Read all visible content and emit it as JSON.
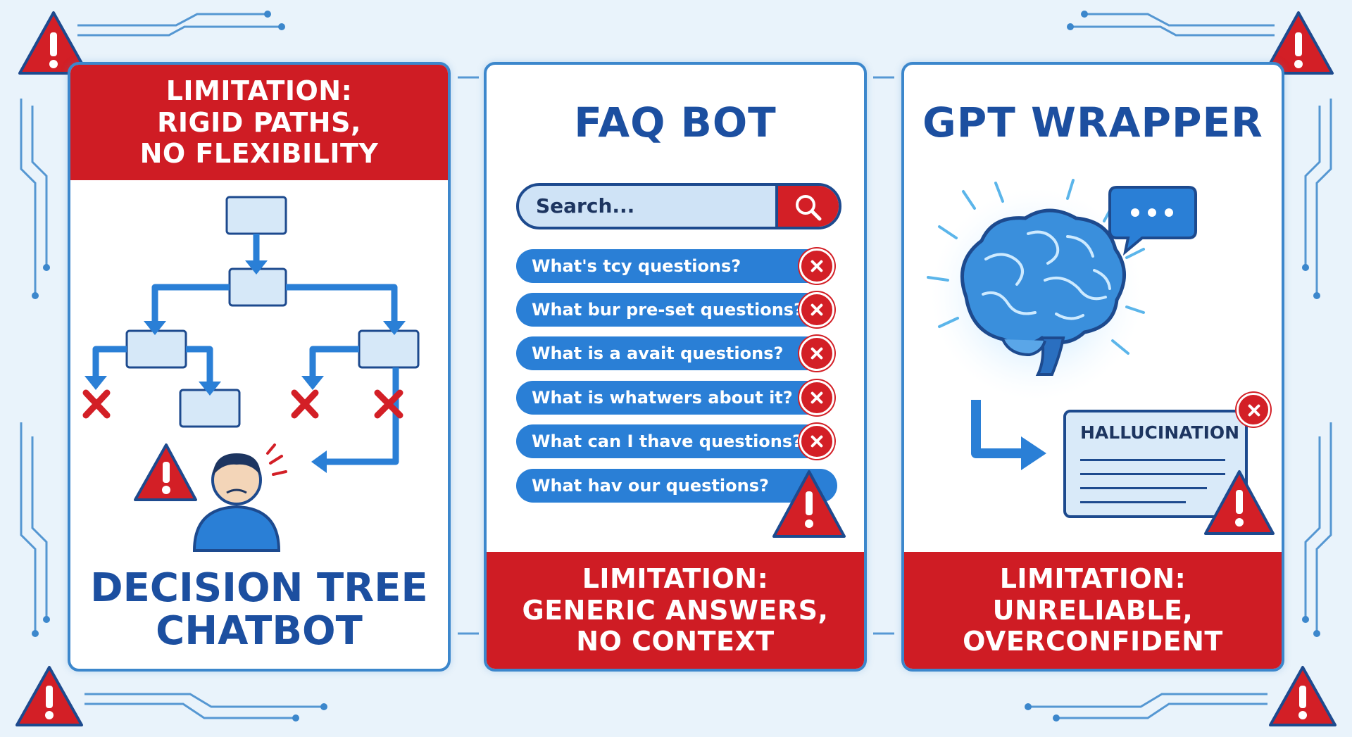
{
  "colors": {
    "accent_red": "#cf1c24",
    "title_blue": "#1c4fa0",
    "panel_border": "#3c87cc",
    "background": "#e9f3fb"
  },
  "panels": {
    "decision_tree": {
      "limitation_lines": [
        "LIMITATION:",
        "RIGID PATHS,",
        "NO FLEXIBILITY"
      ],
      "title_lines": [
        "DECISION TREE",
        "CHATBOT"
      ],
      "icon_names": [
        "flowchart-icon",
        "error-x-icon",
        "warning-icon",
        "frustrated-user-icon"
      ]
    },
    "faq_bot": {
      "title": "FAQ BOT",
      "search_placeholder": "Search...",
      "questions": [
        "What's tcy questions?",
        "What bur pre-set questions?",
        "What is a avait questions?",
        "What is whatwers about it?",
        "What can I thave questions?",
        "What hav our questions?"
      ],
      "limitation_lines": [
        "LIMITATION:",
        "GENERIC ANSWERS,",
        "NO CONTEXT"
      ],
      "icon_names": [
        "search-icon",
        "close-icon",
        "warning-icon"
      ]
    },
    "gpt_wrapper": {
      "title": "GPT WRAPPER",
      "hallucination_label": "HALLUCINATION",
      "limitation_lines": [
        "LIMITATION:",
        "UNRELIABLE,",
        "OVERCONFIDENT"
      ],
      "icon_names": [
        "brain-icon",
        "chat-bubble-icon",
        "arrow-icon",
        "close-icon",
        "warning-icon"
      ]
    }
  }
}
